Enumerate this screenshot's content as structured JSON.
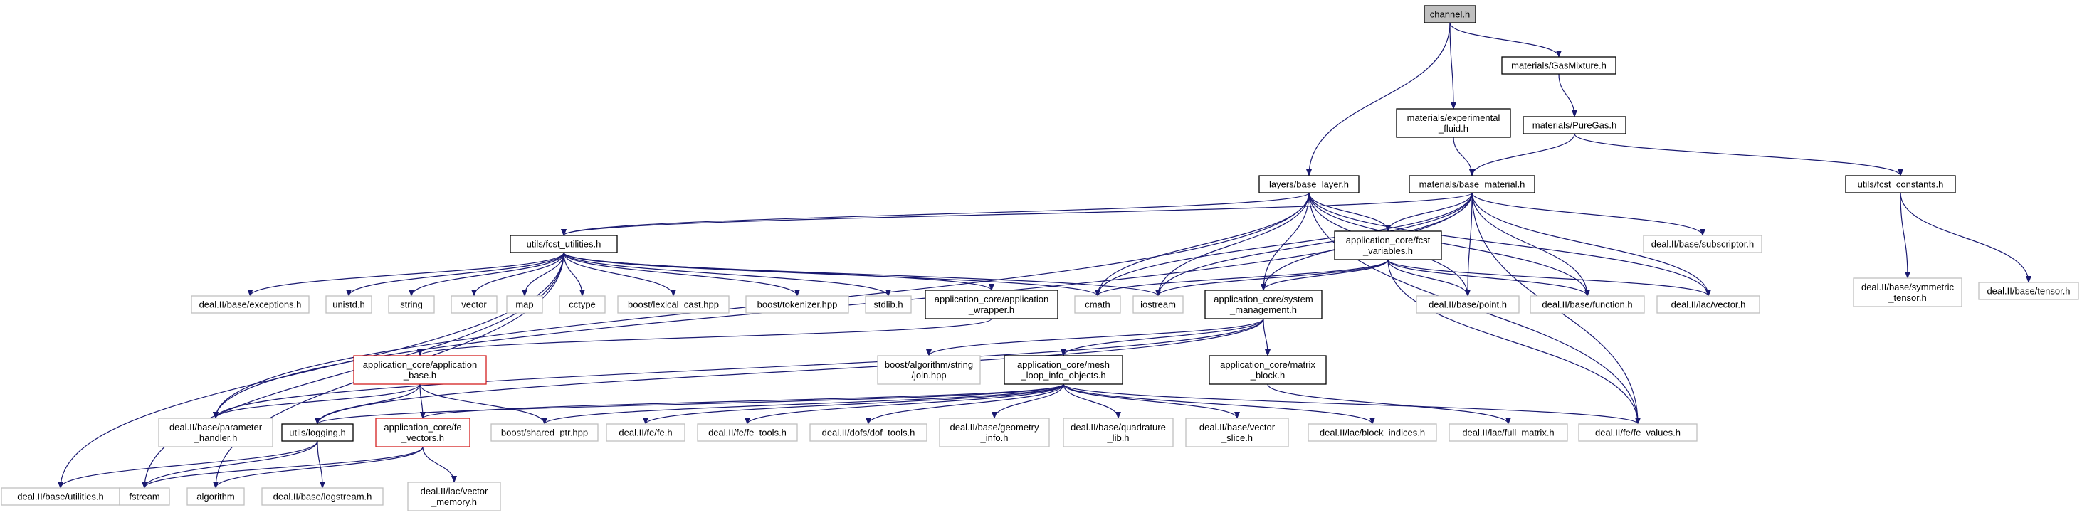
{
  "graph": {
    "root": "channel.h",
    "colors": {
      "edge": "#191970",
      "normal_border": "#000000",
      "external_border": "#bfbfbf",
      "incomplete_border": "#d42020",
      "root_fill": "#bfbfbf",
      "fill": "#ffffff"
    },
    "nodes": [
      {
        "id": "channel",
        "lines": [
          "channel.h"
        ],
        "kind": "root"
      },
      {
        "id": "gasmix",
        "lines": [
          "materials/GasMixture.h"
        ],
        "kind": "normal"
      },
      {
        "id": "expfluid",
        "lines": [
          "materials/experimental",
          "_fluid.h"
        ],
        "kind": "normal"
      },
      {
        "id": "puregas",
        "lines": [
          "materials/PureGas.h"
        ],
        "kind": "normal"
      },
      {
        "id": "baselayer",
        "lines": [
          "layers/base_layer.h"
        ],
        "kind": "normal"
      },
      {
        "id": "basematerial",
        "lines": [
          "materials/base_material.h"
        ],
        "kind": "normal"
      },
      {
        "id": "fcstconst",
        "lines": [
          "utils/fcst_constants.h"
        ],
        "kind": "normal"
      },
      {
        "id": "fcstutil",
        "lines": [
          "utils/fcst_utilities.h"
        ],
        "kind": "normal"
      },
      {
        "id": "fcstvars",
        "lines": [
          "application_core/fcst",
          "_variables.h"
        ],
        "kind": "normal"
      },
      {
        "id": "subscriptor",
        "lines": [
          "deal.II/base/subscriptor.h"
        ],
        "kind": "external"
      },
      {
        "id": "symtensor",
        "lines": [
          "deal.II/base/symmetric",
          "_tensor.h"
        ],
        "kind": "external"
      },
      {
        "id": "tensor",
        "lines": [
          "deal.II/base/tensor.h"
        ],
        "kind": "external"
      },
      {
        "id": "exceptions",
        "lines": [
          "deal.II/base/exceptions.h"
        ],
        "kind": "external"
      },
      {
        "id": "unistd",
        "lines": [
          "unistd.h"
        ],
        "kind": "external"
      },
      {
        "id": "string",
        "lines": [
          "string"
        ],
        "kind": "external"
      },
      {
        "id": "vector",
        "lines": [
          "vector"
        ],
        "kind": "external"
      },
      {
        "id": "map",
        "lines": [
          "map"
        ],
        "kind": "external"
      },
      {
        "id": "cctype",
        "lines": [
          "cctype"
        ],
        "kind": "external"
      },
      {
        "id": "lexcast",
        "lines": [
          "boost/lexical_cast.hpp"
        ],
        "kind": "external"
      },
      {
        "id": "tokenizer",
        "lines": [
          "boost/tokenizer.hpp"
        ],
        "kind": "external"
      },
      {
        "id": "stdlib",
        "lines": [
          "stdlib.h"
        ],
        "kind": "external"
      },
      {
        "id": "appwrapper",
        "lines": [
          "application_core/application",
          "_wrapper.h"
        ],
        "kind": "normal"
      },
      {
        "id": "cmath",
        "lines": [
          "cmath"
        ],
        "kind": "external"
      },
      {
        "id": "iostream",
        "lines": [
          "iostream"
        ],
        "kind": "external"
      },
      {
        "id": "sysmgmt",
        "lines": [
          "application_core/system",
          "_management.h"
        ],
        "kind": "normal"
      },
      {
        "id": "point",
        "lines": [
          "deal.II/base/point.h"
        ],
        "kind": "external"
      },
      {
        "id": "function",
        "lines": [
          "deal.II/base/function.h"
        ],
        "kind": "external"
      },
      {
        "id": "lacvector",
        "lines": [
          "deal.II/lac/vector.h"
        ],
        "kind": "external"
      },
      {
        "id": "appbase",
        "lines": [
          "application_core/application",
          "_base.h"
        ],
        "kind": "incomplete"
      },
      {
        "id": "join",
        "lines": [
          "boost/algorithm/string",
          "/join.hpp"
        ],
        "kind": "external"
      },
      {
        "id": "meshloop",
        "lines": [
          "application_core/mesh",
          "_loop_info_objects.h"
        ],
        "kind": "normal"
      },
      {
        "id": "matrixblock",
        "lines": [
          "application_core/matrix",
          "_block.h"
        ],
        "kind": "normal"
      },
      {
        "id": "paramhandler",
        "lines": [
          "deal.II/base/parameter",
          "_handler.h"
        ],
        "kind": "external"
      },
      {
        "id": "logging",
        "lines": [
          "utils/logging.h"
        ],
        "kind": "normal"
      },
      {
        "id": "fevectors",
        "lines": [
          "application_core/fe",
          "_vectors.h"
        ],
        "kind": "incomplete"
      },
      {
        "id": "sharedptr",
        "lines": [
          "boost/shared_ptr.hpp"
        ],
        "kind": "external"
      },
      {
        "id": "fe",
        "lines": [
          "deal.II/fe/fe.h"
        ],
        "kind": "external"
      },
      {
        "id": "fetools",
        "lines": [
          "deal.II/fe/fe_tools.h"
        ],
        "kind": "external"
      },
      {
        "id": "doftools",
        "lines": [
          "deal.II/dofs/dof_tools.h"
        ],
        "kind": "external"
      },
      {
        "id": "geominfo",
        "lines": [
          "deal.II/base/geometry",
          "_info.h"
        ],
        "kind": "external"
      },
      {
        "id": "quadlib",
        "lines": [
          "deal.II/base/quadrature",
          "_lib.h"
        ],
        "kind": "external"
      },
      {
        "id": "vecslice",
        "lines": [
          "deal.II/base/vector",
          "_slice.h"
        ],
        "kind": "external"
      },
      {
        "id": "blockidx",
        "lines": [
          "deal.II/lac/block_indices.h"
        ],
        "kind": "external"
      },
      {
        "id": "fullmatrix",
        "lines": [
          "deal.II/lac/full_matrix.h"
        ],
        "kind": "external"
      },
      {
        "id": "fevalues",
        "lines": [
          "deal.II/fe/fe_values.h"
        ],
        "kind": "external"
      },
      {
        "id": "utilities",
        "lines": [
          "deal.II/base/utilities.h"
        ],
        "kind": "external"
      },
      {
        "id": "fstream",
        "lines": [
          "fstream"
        ],
        "kind": "external"
      },
      {
        "id": "algorithm",
        "lines": [
          "algorithm"
        ],
        "kind": "external"
      },
      {
        "id": "logstream",
        "lines": [
          "deal.II/base/logstream.h"
        ],
        "kind": "external"
      },
      {
        "id": "vecmemory",
        "lines": [
          "deal.II/lac/vector",
          "_memory.h"
        ],
        "kind": "external"
      }
    ],
    "edges": [
      [
        "channel",
        "baselayer"
      ],
      [
        "channel",
        "expfluid"
      ],
      [
        "channel",
        "gasmix"
      ],
      [
        "gasmix",
        "puregas"
      ],
      [
        "puregas",
        "basematerial"
      ],
      [
        "puregas",
        "fcstconst"
      ],
      [
        "expfluid",
        "basematerial"
      ],
      [
        "fcstconst",
        "symtensor"
      ],
      [
        "fcstconst",
        "tensor"
      ],
      [
        "baselayer",
        "fcstutil"
      ],
      [
        "baselayer",
        "fcstvars"
      ],
      [
        "baselayer",
        "sysmgmt"
      ],
      [
        "baselayer",
        "cmath"
      ],
      [
        "baselayer",
        "iostream"
      ],
      [
        "baselayer",
        "point"
      ],
      [
        "baselayer",
        "function"
      ],
      [
        "baselayer",
        "lacvector"
      ],
      [
        "baselayer",
        "fevalues"
      ],
      [
        "baselayer",
        "paramhandler"
      ],
      [
        "basematerial",
        "fcstutil"
      ],
      [
        "basematerial",
        "fcstvars"
      ],
      [
        "basematerial",
        "sysmgmt"
      ],
      [
        "basematerial",
        "subscriptor"
      ],
      [
        "basematerial",
        "cmath"
      ],
      [
        "basematerial",
        "iostream"
      ],
      [
        "basematerial",
        "point"
      ],
      [
        "basematerial",
        "function"
      ],
      [
        "basematerial",
        "lacvector"
      ],
      [
        "basematerial",
        "fevalues"
      ],
      [
        "basematerial",
        "paramhandler"
      ],
      [
        "fcstutil",
        "exceptions"
      ],
      [
        "fcstutil",
        "unistd"
      ],
      [
        "fcstutil",
        "string"
      ],
      [
        "fcstutil",
        "vector"
      ],
      [
        "fcstutil",
        "map"
      ],
      [
        "fcstutil",
        "cctype"
      ],
      [
        "fcstutil",
        "lexcast"
      ],
      [
        "fcstutil",
        "tokenizer"
      ],
      [
        "fcstutil",
        "stdlib"
      ],
      [
        "fcstutil",
        "appwrapper"
      ],
      [
        "fcstutil",
        "cmath"
      ],
      [
        "fcstutil",
        "iostream"
      ],
      [
        "fcstutil",
        "utilities"
      ],
      [
        "fcstutil",
        "fstream"
      ],
      [
        "fcstutil",
        "algorithm"
      ],
      [
        "appwrapper",
        "appbase"
      ],
      [
        "fcstvars",
        "sysmgmt"
      ],
      [
        "fcstvars",
        "cmath"
      ],
      [
        "fcstvars",
        "iostream"
      ],
      [
        "fcstvars",
        "point"
      ],
      [
        "fcstvars",
        "function"
      ],
      [
        "fcstvars",
        "lacvector"
      ],
      [
        "fcstvars",
        "fevalues"
      ],
      [
        "sysmgmt",
        "join"
      ],
      [
        "sysmgmt",
        "meshloop"
      ],
      [
        "sysmgmt",
        "matrixblock"
      ],
      [
        "sysmgmt",
        "paramhandler"
      ],
      [
        "sysmgmt",
        "logging"
      ],
      [
        "appbase",
        "paramhandler"
      ],
      [
        "appbase",
        "logging"
      ],
      [
        "appbase",
        "fevectors"
      ],
      [
        "appbase",
        "sharedptr"
      ],
      [
        "meshloop",
        "fevectors"
      ],
      [
        "meshloop",
        "fe"
      ],
      [
        "meshloop",
        "fetools"
      ],
      [
        "meshloop",
        "doftools"
      ],
      [
        "meshloop",
        "geominfo"
      ],
      [
        "meshloop",
        "quadlib"
      ],
      [
        "meshloop",
        "vecslice"
      ],
      [
        "meshloop",
        "blockidx"
      ],
      [
        "meshloop",
        "fevalues"
      ],
      [
        "meshloop",
        "sharedptr"
      ],
      [
        "meshloop",
        "logging"
      ],
      [
        "matrixblock",
        "fullmatrix"
      ],
      [
        "logging",
        "utilities"
      ],
      [
        "logging",
        "fstream"
      ],
      [
        "logging",
        "logstream"
      ],
      [
        "fevectors",
        "fstream"
      ],
      [
        "fevectors",
        "algorithm"
      ],
      [
        "fevectors",
        "vecmemory"
      ]
    ]
  }
}
